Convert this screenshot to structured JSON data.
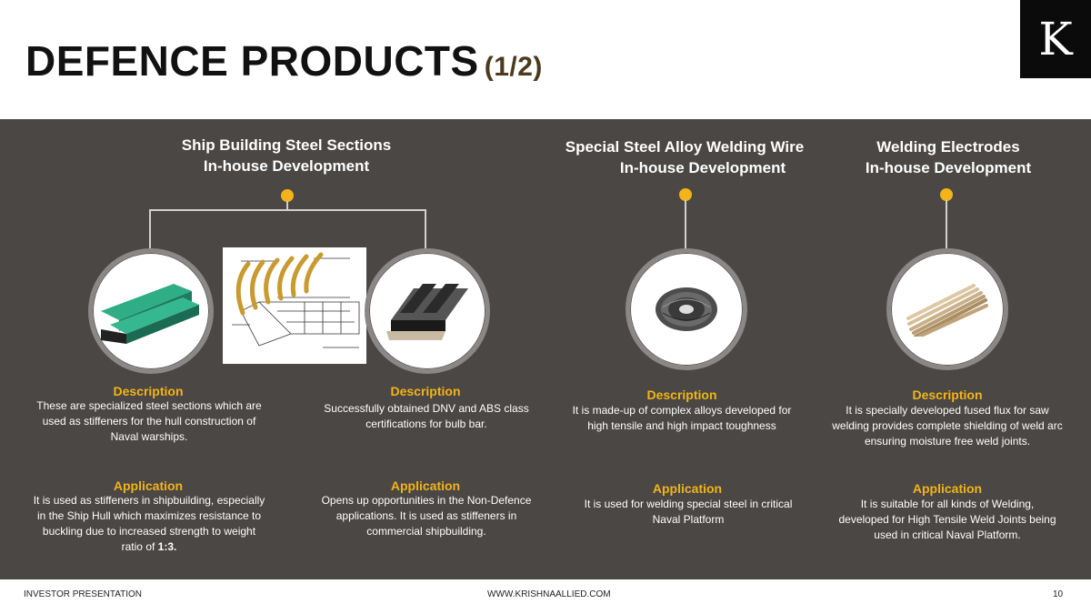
{
  "slide": {
    "title": "DEFENCE PRODUCTS",
    "title_suffix": "(1/2)",
    "logo_letter": "K"
  },
  "sections": {
    "ship": {
      "heading_line1": "Ship Building Steel Sections",
      "heading_line2": "In-house Development",
      "left": {
        "description_label": "Description",
        "description": "These are specialized steel sections which are used as stiffeners for the hull construction of Naval warships.",
        "application_label": "Application",
        "application": "It is used as stiffeners in shipbuilding, especially in the Ship Hull which maximizes resistance to buckling due to increased strength to weight ratio of",
        "application_ratio": "1:3."
      },
      "right": {
        "description_label": "Description",
        "description": "Successfully obtained DNV and ABS class certifications for bulb bar.",
        "application_label": "Application",
        "application": "Opens up opportunities in the Non-Defence applications. It is used as stiffeners in commercial shipbuilding."
      }
    },
    "wire": {
      "heading_line1": "Special Steel Alloy Welding Wire",
      "heading_line2": "In-house Development",
      "description_label": "Description",
      "description": "It is made-up of complex alloys developed for high tensile and high impact toughness",
      "application_label": "Application",
      "application": "It is used for welding special steel in critical Naval Platform"
    },
    "electrodes": {
      "heading_line1": "Welding Electrodes",
      "heading_line2": "In-house Development",
      "description_label": "Description",
      "description": "It is specially developed fused flux for saw welding provides complete shielding of weld arc ensuring moisture free weld joints.",
      "application_label": "Application",
      "application": "It is suitable for all kinds of Welding, developed for High Tensile Weld Joints being used in critical Naval Platform."
    }
  },
  "footer": {
    "left": "INVESTOR PRESENTATION",
    "center": "WWW.KRISHNAALLIED.COM",
    "page": "10"
  },
  "colors": {
    "panel": "#4a4744",
    "accent": "#f2b418",
    "title": "#111111"
  },
  "icons": {
    "logo": "k-logo-icon",
    "connector": "yellow-dot-icon"
  }
}
